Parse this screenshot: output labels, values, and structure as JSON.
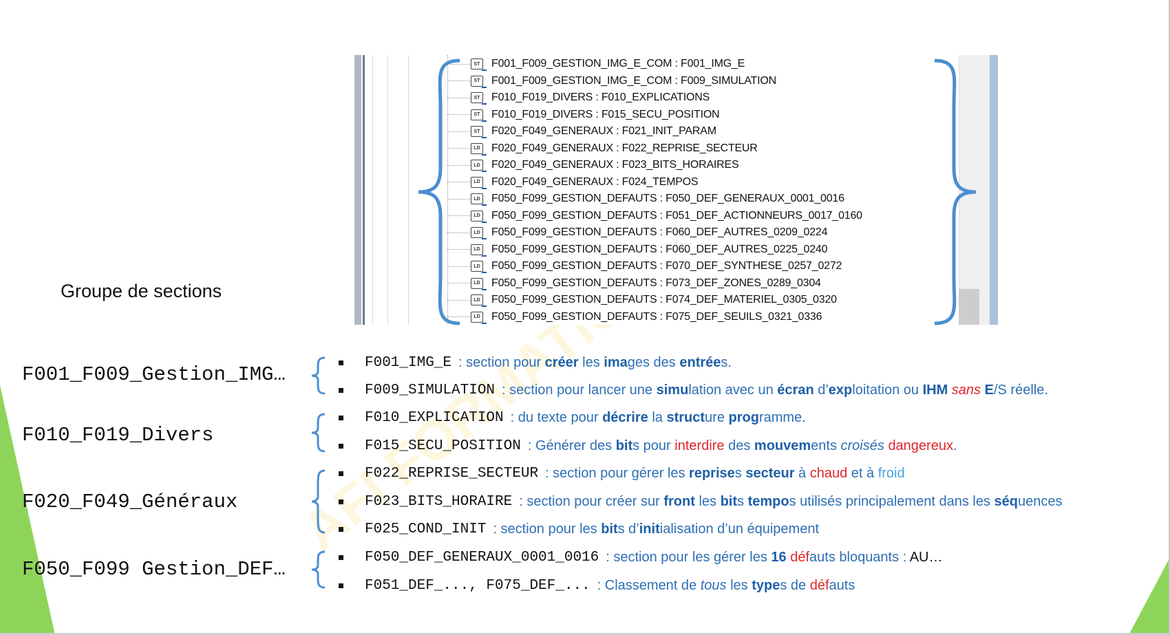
{
  "heading": "Groupe de sections",
  "watermark": "AFI FORMATIO",
  "tree": {
    "items": [
      {
        "icon": "ST",
        "label": "F001_F009_GESTION_IMG_E_COM : F001_IMG_E"
      },
      {
        "icon": "ST",
        "label": "F001_F009_GESTION_IMG_E_COM : F009_SIMULATION"
      },
      {
        "icon": "ST",
        "label": "F010_F019_DIVERS : F010_EXPLICATIONS"
      },
      {
        "icon": "ST",
        "label": "F010_F019_DIVERS : F015_SECU_POSITION"
      },
      {
        "icon": "ST",
        "label": "F020_F049_GENERAUX : F021_INIT_PARAM"
      },
      {
        "icon": "LD",
        "label": "F020_F049_GENERAUX : F022_REPRISE_SECTEUR"
      },
      {
        "icon": "LD",
        "label": "F020_F049_GENERAUX : F023_BITS_HORAIRES"
      },
      {
        "icon": "LD",
        "label": "F020_F049_GENERAUX : F024_TEMPOS"
      },
      {
        "icon": "LD",
        "label": "F050_F099_GESTION_DEFAUTS : F050_DEF_GENERAUX_0001_0016"
      },
      {
        "icon": "LD",
        "label": "F050_F099_GESTION_DEFAUTS : F051_DEF_ACTIONNEURS_0017_0160"
      },
      {
        "icon": "LD",
        "label": "F050_F099_GESTION_DEFAUTS : F060_DEF_AUTRES_0209_0224"
      },
      {
        "icon": "LD",
        "label": "F050_F099_GESTION_DEFAUTS : F060_DEF_AUTRES_0225_0240"
      },
      {
        "icon": "LD",
        "label": "F050_F099_GESTION_DEFAUTS : F070_DEF_SYNTHESE_0257_0272"
      },
      {
        "icon": "LD",
        "label": "F050_F099_GESTION_DEFAUTS : F073_DEF_ZONES_0289_0304"
      },
      {
        "icon": "LD",
        "label": "F050_F099_GESTION_DEFAUTS : F074_DEF_MATERIEL_0305_0320"
      },
      {
        "icon": "LD",
        "label": "F050_F099_GESTION_DEFAUTS : F075_DEF_SEUILS_0321_0336"
      }
    ]
  },
  "groups": [
    {
      "label": "F001_F009_Gestion_IMG…"
    },
    {
      "label": "F010_F019_Divers"
    },
    {
      "label": "F020_F049_Généraux"
    },
    {
      "label": "F050_F099 Gestion_DEF…"
    }
  ],
  "items": {
    "i1": {
      "code": "F001_IMG_E",
      "s1": ": section pour ",
      "b1": "créer",
      "s2": " les ",
      "b2": "ima",
      "s3": "ges des ",
      "b3": "entrée",
      "s4": "s."
    },
    "i2": {
      "code": "F009_SIMULATION",
      "s1": ": section pour lancer une ",
      "b1": "simu",
      "s2": "lation avec un ",
      "b2": "écran",
      "s3": " d’",
      "b3": "exp",
      "s4": "loitation ou ",
      "b4": "IHM",
      "ri1": "sans",
      "b5": "E",
      "s5": "/S réelle."
    },
    "i3": {
      "code": "F010_EXPLICATION",
      "s1": ": du texte pour ",
      "b1": "décrire",
      "s2": " la ",
      "b2": "struct",
      "s3": "ure ",
      "b3": "prog",
      "s4": "ramme."
    },
    "i4": {
      "code": "F015_SECU_POSITION",
      "s1": ": Générer des ",
      "b1": "bit",
      "s2": "s pour ",
      "r1": "interdire",
      "s3": " des ",
      "b2": "mouvem",
      "s4": "ents ",
      "i1": "croisés",
      "r2": "dangereux",
      "s5": "."
    },
    "i5": {
      "code": "F022_REPRISE_SECTEUR",
      "s1": ": section pour gérer les ",
      "b1": "reprise",
      "s2": "s ",
      "b2": "secteur",
      "s3": " à ",
      "r1": "chaud",
      "s4": " et à ",
      "lb1": "froid"
    },
    "i6": {
      "code": "F023_BITS_HORAIRE",
      "s1": ": section pour créer sur ",
      "b1": "front",
      "s2": " les ",
      "b2": "bit",
      "s3": "s ",
      "b3": "tempo",
      "s4": "s utilisés principalement dans les ",
      "b4": "séq",
      "s5": "uences"
    },
    "i7": {
      "code": "F025_COND_INIT",
      "s1": ": section pour les ",
      "b1": "bit",
      "s2": "s d’",
      "b2": "init",
      "s3": "ialisation d’un équipement"
    },
    "i8": {
      "code": "F050_DEF_GENERAUX_0001_0016",
      "s1": ": section pour les gérer les ",
      "b1": "16",
      "s2": " ",
      "r1": "déf",
      "s3": "auts bloquants : ",
      "k1": "AU…"
    },
    "i9": {
      "code": "F051_DEF_..., F075_DEF_...",
      "s1": ":  Classement de ",
      "i1": "tous",
      "s2": " les ",
      "b1": "type",
      "s3": "s de ",
      "r1": "déf",
      "s4": "auts"
    }
  }
}
